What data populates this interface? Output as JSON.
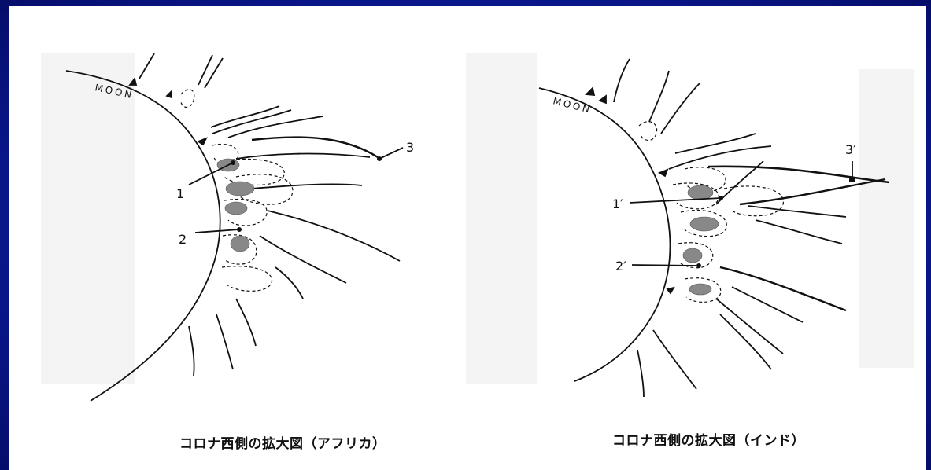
{
  "colors": {
    "frame": "#0b1a96",
    "slide": "#ffffff",
    "ink": "#111111"
  },
  "left_panel": {
    "moon_label": "MOON",
    "labels": {
      "p1": "1",
      "p2": "2",
      "p3": "3"
    },
    "caption": "コロナ西側の拡大図（アフリカ）"
  },
  "right_panel": {
    "moon_label": "MOON",
    "labels": {
      "p1": "1′",
      "p2": "2′",
      "p3": "3′"
    },
    "caption": "コロナ西側の拡大図（インド）"
  }
}
